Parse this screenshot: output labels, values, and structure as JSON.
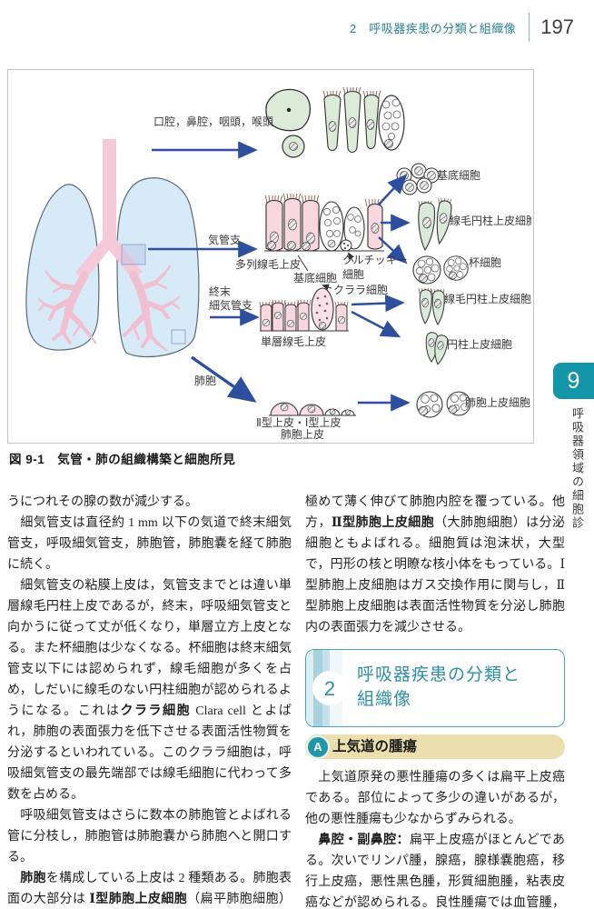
{
  "header": {
    "section": "2　呼吸器疾患の分類と組織像",
    "page_number": "197"
  },
  "side_tab": {
    "number": "9",
    "vertical_label": "呼吸器領域の細胞診"
  },
  "figure": {
    "caption": "図 9-1　気管・肺の組織構築と細胞所見",
    "labels": {
      "upper_airway": "口腔，鼻腔，咽頭，喉頭",
      "bronchus": "気管支",
      "pseudostratified_epithelium": "多列線毛上皮",
      "basal_cell": "基底細胞",
      "kulchitsky_line1": "クルチッキー",
      "kulchitsky_line2": "細胞",
      "clara_cell": "クララ細胞",
      "terminal_line1": "終末",
      "terminal_line2": "細気管支",
      "simple_ciliated_epithelium": "単層線毛上皮",
      "alveolus": "肺胞",
      "type2_type1_epithelium": "Ⅱ型上皮・Ⅰ型上皮",
      "alveolar_epithelium": "肺胞上皮",
      "basal_cells_right": "基底細胞",
      "ciliated_columnar_1": "線毛円柱上皮細胞",
      "goblet_cell": "杯細胞",
      "ciliated_columnar_2": "線毛円柱上皮細胞",
      "columnar_cell": "円柱上皮細胞",
      "alveolar_cells": "肺胞上皮細胞"
    }
  },
  "left_column": {
    "p1": [
      {
        "t": "うにつれその腺の数が減少する。"
      }
    ],
    "p2": [
      {
        "t": "　細気管支は直径約 1 mm 以下の気道で終末細気管支，呼吸細気管支，肺胞管，肺胞嚢を経て肺胞に続く。"
      }
    ],
    "p3": [
      {
        "t": "　細気管支の粘膜上皮は，気管支までとは違い単層線毛円柱上皮であるが，終末，呼吸細気管支と向かうに従って丈が低くなり，単層立方上皮となる。また杯細胞は少なくなる。杯細胞は終末細気管支以下には認められず，線毛細胞が多くを占め，しだいに線毛のない円柱細胞が認められるようになる。これは"
      },
      {
        "t": "クララ細胞",
        "b": true
      },
      {
        "t": " Clara cell とよばれ，肺胞の表面張力を低下させる表面活性物質を分泌するといわれている。このクララ細胞は，呼吸細気管支の最先端部では線毛細胞に代わって多数を占める。"
      }
    ],
    "p4": [
      {
        "t": "　呼吸細気管支はさらに数本の肺胞管とよばれる管に分枝し，肺胞管は肺胞嚢から肺胞へと開口する。"
      }
    ],
    "p5": [
      {
        "t": "　"
      },
      {
        "t": "肺胞",
        "b": true
      },
      {
        "t": "を構成している上皮は 2 種類ある。肺胞表面の大部分は "
      },
      {
        "t": "Ⅰ型肺胞上皮細胞",
        "b": true
      },
      {
        "t": "（扁平肺胞細胞）とよばれ，小型で扁平な細胞で細胞質が"
      }
    ]
  },
  "right_column": {
    "p1": [
      {
        "t": "極めて薄く伸びて肺胞内腔を覆っている。他方，"
      },
      {
        "t": "Ⅱ型肺胞上皮細胞",
        "b": true
      },
      {
        "t": "（大肺胞細胞）は分泌細胞ともよばれる。細胞質は泡沫状，大型で，円形の核と明瞭な核小体をもっている。Ⅰ型肺胞上皮細胞はガス交換作用に関与し，Ⅱ型肺胞上皮細胞は表面活性物質を分泌し肺胞内の表面張力を減少させる。"
      }
    ],
    "p2": [
      {
        "t": "　上気道原発の悪性腫瘍の多くは扁平上皮癌である。部位によって多少の違いがあるが，他の悪性腫瘍も少なからずみられる。"
      }
    ],
    "p3": [
      {
        "t": "　"
      },
      {
        "t": "鼻腔・副鼻腔：",
        "b": true
      },
      {
        "t": "扁平上皮癌がほとんどである。次いでリンパ腫，腺癌，腺様嚢胞癌，移行上皮癌，悪性黒色腫，形質細胞腫，粘表皮癌などが認められる。良性腫瘍では血管腫，乳頭腫など"
      }
    ]
  },
  "section_box": {
    "number": "2",
    "title": "呼吸器疾患の分類と組織像"
  },
  "subsection": {
    "badge": "A",
    "title": "上気道の腫瘍"
  },
  "colors": {
    "accent_teal": "#2e8fa0",
    "tab_teal": "#1496aa",
    "subsection_bg": "#ebdfad",
    "arrow_blue": "#2d4f9e"
  }
}
